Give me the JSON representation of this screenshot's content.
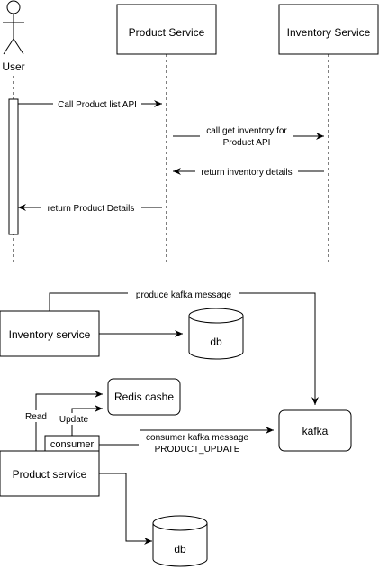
{
  "sequence": {
    "actor": "User",
    "lifelines": {
      "product_service": "Product Service",
      "inventory_service": "Inventory Service"
    },
    "messages": {
      "call_product_list": "Call Product list API",
      "call_get_inventory_1": "call get inventory for",
      "call_get_inventory_2": "Product API",
      "return_inventory": "return inventory details",
      "return_product": "return Product Details"
    }
  },
  "architecture": {
    "inventory_service": "Inventory service",
    "inventory_db": "db",
    "produce_message": "produce kafka message",
    "kafka": "kafka",
    "redis": "Redis cashe",
    "read_label": "Read",
    "update_label": "Update",
    "consumer": "consumer",
    "consume_message_1": "consumer kafka message",
    "consume_message_2": "PRODUCT_UPDATE",
    "product_service": "Product service",
    "product_db": "db"
  }
}
